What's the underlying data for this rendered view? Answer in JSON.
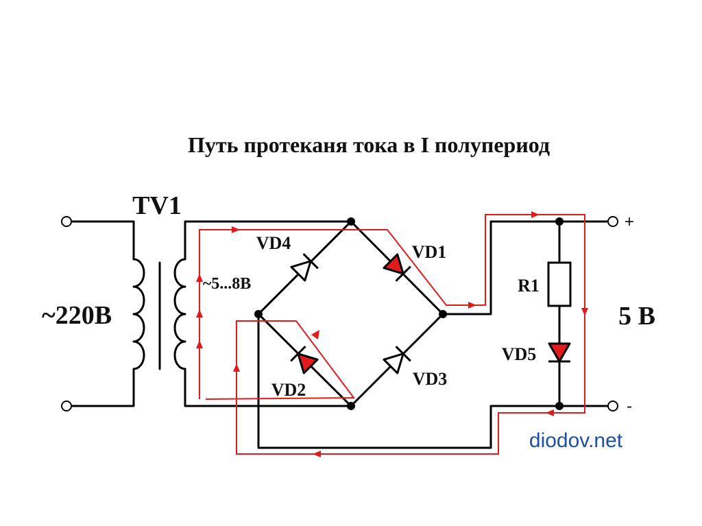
{
  "title": "Путь протеканя тока в I полупериод",
  "transformer": {
    "label": "TV1",
    "input_voltage": "~220В",
    "secondary_voltage": "~5...8В"
  },
  "diodes": [
    "VD4",
    "VD1",
    "VD2",
    "VD3",
    "VD5"
  ],
  "resistor": "R1",
  "output": {
    "plus": "+",
    "minus": "-",
    "voltage": "5 В"
  },
  "watermark": "diodov.net",
  "colors": {
    "wire": "#000000",
    "current_path": "#e01b1b",
    "conducting_diode": "#e01b1b",
    "watermark": "#1c4ea8"
  }
}
